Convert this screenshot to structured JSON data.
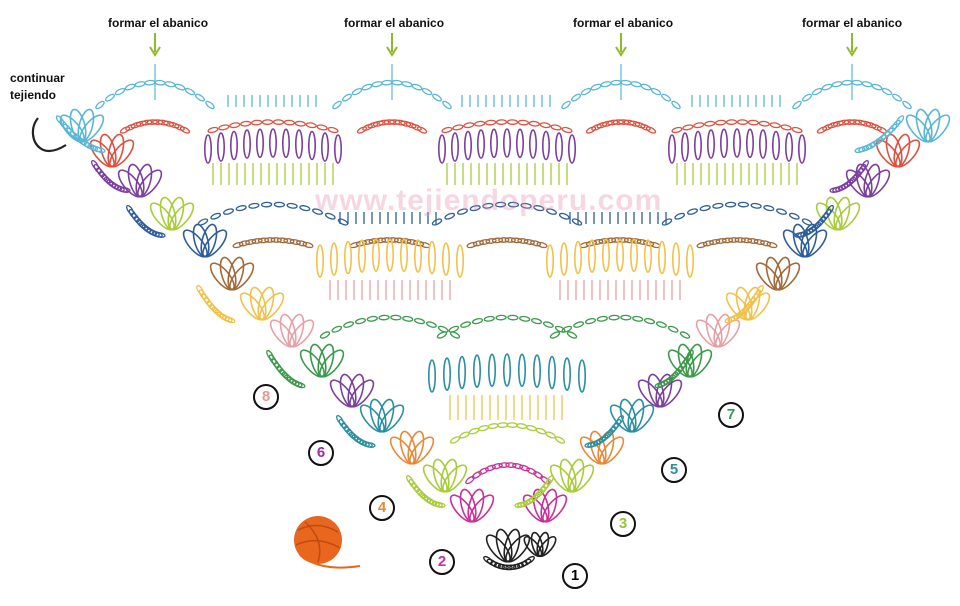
{
  "header": {
    "labels": [
      "formar el abanico",
      "formar el abanico",
      "formar el abanico",
      "formar el abanico"
    ],
    "arrow_color": "#8dbb2a"
  },
  "side_note": {
    "text": "continuar tejiendo"
  },
  "watermark": "www.tejiendoperu.com",
  "rows": [
    {
      "number": "1",
      "color": "#222222"
    },
    {
      "number": "2",
      "color": "#c8309a"
    },
    {
      "number": "3",
      "color": "#9cc23c"
    },
    {
      "number": "4",
      "color": "#e8893a"
    },
    {
      "number": "5",
      "color": "#2a8fa0"
    },
    {
      "number": "6",
      "color": "#9a2f9e"
    },
    {
      "number": "7",
      "color": "#2e9a55"
    },
    {
      "number": "8",
      "color": "#e59a8f"
    }
  ],
  "palette": {
    "light_blue": "#59b7d6",
    "red": "#e0503e",
    "purple": "#7b3fa0",
    "lime": "#a8cc3a",
    "navy": "#2d5e9a",
    "brown": "#a06a3a",
    "yellow": "#f0c24a",
    "pink": "#e8a0a8",
    "green": "#3a9a4a",
    "teal": "#2a8fa0",
    "yarn_orange": "#e8661e"
  }
}
